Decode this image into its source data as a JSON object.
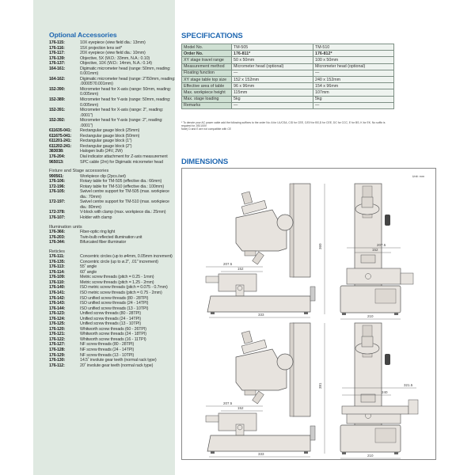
{
  "optional_accessories": {
    "title": "Optional Accessories",
    "items": [
      {
        "code": "176-115:",
        "desc": "10X eyepiece (view field dia.: 13mm)"
      },
      {
        "code": "176-116:",
        "desc": "15X projection lens set*"
      },
      {
        "code": "176-117:",
        "desc": "20X eyepiece (view field dia.: 10mm)"
      },
      {
        "code": "176-139:",
        "desc": "Objective, 5X (W.D.: 33mm, N.A.: 0.10)"
      },
      {
        "code": "176-137:",
        "desc": "Objective, 10X (W.D.: 14mm, N.A.: 0.14)"
      },
      {
        "code": "164-161:",
        "desc": "Digimatic micrometer head (range: 50mm, reading: 0.001mm)"
      },
      {
        "code": "164-162:",
        "desc": "Digimatic micrometer head (range: 2\"/50mm, reading: .00005\"/0.001mm)"
      },
      {
        "code": "152-390:",
        "desc": "Micrometer head for X-axis (range: 50mm, reading: 0.005mm)"
      },
      {
        "code": "152-389:",
        "desc": "Micrometer head for Y-axis (range: 50mm, reading: 0.005mm)"
      },
      {
        "code": "152-391:",
        "desc": "Micrometer head for X-axis (range: 2\", reading: .0001\")"
      },
      {
        "code": "152-392:",
        "desc": "Micrometer head for Y-axis (range: 2\", reading: .0001\")"
      },
      {
        "code": "611635-041:",
        "desc": "Rectangular gauge block (25mm)"
      },
      {
        "code": "611675-041:",
        "desc": "Rectangular gauge block (50mm)"
      },
      {
        "code": "611201-241:",
        "desc": "Rectangular gauge block (1\")"
      },
      {
        "code": "611202-241:",
        "desc": "Rectangular gauge block (2\")"
      },
      {
        "code": "383038:",
        "desc": "Halogen bulb (24V, 2W)"
      },
      {
        "code": "176-204:",
        "desc": "Dial indicator attachment for Z-axis measurement"
      },
      {
        "code": "965013:",
        "desc": "SPC cable (2m) for Digimatic micrometer head"
      }
    ]
  },
  "fixture_stage": {
    "title": "Fixture and Stage accessories",
    "items": [
      {
        "code": "990561:",
        "desc": "Workpiece clip (2pcs./set)"
      },
      {
        "code": "176-106:",
        "desc": "Rotary table for TM-505 (effective dia.: 66mm)"
      },
      {
        "code": "172-196:",
        "desc": "Rotary table for TM-510 (effective dia.: 100mm)"
      },
      {
        "code": "176-105:",
        "desc": "Swivel centre support for TM-505 (max. workpiece dia.: 70mm)"
      },
      {
        "code": "172-197:",
        "desc": "Swivel centre support for TM-510 (max. workpiece dia.: 80mm)"
      },
      {
        "code": "172-378:",
        "desc": "V-block with clamp (max. workpiece dia.: 25mm)"
      },
      {
        "code": "176-107:",
        "desc": "Holder with clamp"
      }
    ]
  },
  "illumination": {
    "title": "Illumination units",
    "items": [
      {
        "code": "176-366:",
        "desc": "Fiber-optic ring light"
      },
      {
        "code": "176-203:",
        "desc": "Twin-bulb reflected illumination unit"
      },
      {
        "code": "176-344:",
        "desc": "Bifurcated fiber illuminator"
      }
    ]
  },
  "reticles": {
    "title": "Reticles",
    "items": [
      {
        "code": "176-111:",
        "desc": "Concentric circles (up to ø4mm, 0.05mm increment)"
      },
      {
        "code": "176-135:",
        "desc": "Concentric circle (up to ø.2\", .01\" increment)"
      },
      {
        "code": "176-113:",
        "desc": "55˚ angle"
      },
      {
        "code": "176-114:",
        "desc": "60˚ angle"
      },
      {
        "code": "176-109:",
        "desc": "Metric screw threads (pitch = 0.25 - 1mm)"
      },
      {
        "code": "176-110:",
        "desc": "Metric screw threads (pitch = 1.25 - 2mm)"
      },
      {
        "code": "176-140:",
        "desc": "ISO metric screw threads (pitch = 0.075 - 0.7mm)"
      },
      {
        "code": "176-141:",
        "desc": "ISO metric screw threads (pitch = 0.75 - 2mm)"
      },
      {
        "code": "176-142:",
        "desc": "ISO unified screw threads (80 - 28TPI)"
      },
      {
        "code": "176-143:",
        "desc": "ISO unified screw threads (24 - 14TPI)"
      },
      {
        "code": "176-144:",
        "desc": "ISO unified screw threads (13 - 10TPI)"
      },
      {
        "code": "176-123:",
        "desc": "Unified screw threads (80 - 28TPI)"
      },
      {
        "code": "176-124:",
        "desc": "Unified screw threads (24 - 14TPI)"
      },
      {
        "code": "176-125:",
        "desc": "Unified screw threads (13 - 10TPI)"
      },
      {
        "code": "176-120:",
        "desc": "Whitworth screw threads (60 - 26TPI)"
      },
      {
        "code": "176-121:",
        "desc": "Whitworth screw threads (24 - 18TPI)"
      },
      {
        "code": "176-122:",
        "desc": "Whitworth screw threads (16 - 11TPI)"
      },
      {
        "code": "176-127:",
        "desc": "NF screw threads (80 - 28TPI)"
      },
      {
        "code": "176-128:",
        "desc": "NF screw threads (24 - 14TPI)"
      },
      {
        "code": "176-129:",
        "desc": "NF screw threads (13 - 10TPI)"
      },
      {
        "code": "176-130:",
        "desc": "14.5˚ involute gear teeth (normal rack type)"
      },
      {
        "code": "176-112:",
        "desc": "20˚ involute gear teeth (normal rack type)"
      }
    ]
  },
  "specifications": {
    "title": "SPECIFICATIONS",
    "rows": [
      {
        "label": "Model No.",
        "tm505": "TM-505",
        "tm510": "TM-510",
        "bold": false
      },
      {
        "label": "Order No.",
        "tm505": "176-811*",
        "tm510": "176-812*",
        "bold": true
      },
      {
        "label": "XY stage travel range",
        "tm505": "50 x 50mm",
        "tm510": "100 x 50mm",
        "bold": false
      },
      {
        "label": "Measurement method",
        "tm505": "Micrometer head (optional)",
        "tm510": "Micrometer head (optional)",
        "bold": false
      },
      {
        "label": "Floating function",
        "tm505": "—",
        "tm510": "—",
        "bold": false
      },
      {
        "label": "XY stage table top size",
        "tm505": "152 x 152mm",
        "tm510": "240 x 152mm",
        "bold": false
      },
      {
        "label": "Effective area of table",
        "tm505": "96 x 96mm",
        "tm510": "154 x 96mm",
        "bold": false
      },
      {
        "label": "Max. workpiece height",
        "tm505": "115mm",
        "tm510": "107mm",
        "bold": false
      },
      {
        "label": "Max. stage loading",
        "tm505": "5kg",
        "tm510": "5kg",
        "bold": false
      },
      {
        "label": "Remarks",
        "tm505": "—",
        "tm510": "—",
        "bold": false
      }
    ],
    "footnote_1": "* To denote your AC power cable add the following suffixes to the order No: A for UL/CSA, C/D for CEE, C/E/I for BS,D for CEE, DC for CCC, E for BS, K for EK. No suffix is required for JIS/100V",
    "footnote_2": "Note) D and E are not compatible with CE"
  },
  "dimensions": {
    "title": "DIMENSIONS",
    "unit": "Unit: mm",
    "tm505": {
      "side": {
        "table_overhang": "207.5",
        "table_width": "152",
        "base_length": "333"
      },
      "front": {
        "height": "360",
        "table_overhang": "207.5",
        "table_width": "152",
        "base_width": "210"
      }
    },
    "tm510": {
      "side": {
        "table_overhang": "207.5",
        "table_width": "152",
        "base_length": "333"
      },
      "front": {
        "height": "381",
        "table_overhang": "321.5",
        "table_width": "240",
        "base_width": "210"
      }
    }
  },
  "colors": {
    "panel_bg": "#dfe9e1",
    "heading_blue": "#1f67b1",
    "table_label_bg": "#cfe0d3",
    "drawing_fill": "#e7e3de",
    "drawing_stroke": "#555555"
  }
}
